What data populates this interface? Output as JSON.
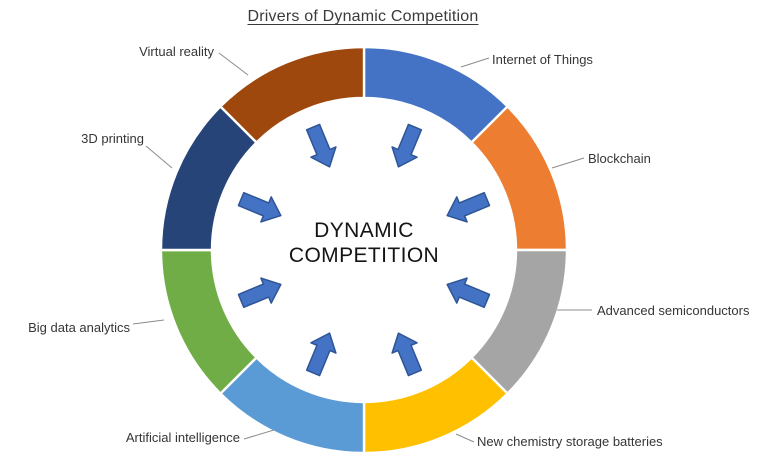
{
  "title": "Drivers of Dynamic Competition",
  "center_label": {
    "line1": "DYNAMIC",
    "line2": "COMPETITION"
  },
  "ring": {
    "segments": [
      {
        "id": "internet-of-things",
        "label": "Internet of Things",
        "color": "#4472C4"
      },
      {
        "id": "blockchain",
        "label": "Blockchain",
        "color": "#ED7D31"
      },
      {
        "id": "advanced-semiconductors",
        "label": "Advanced semiconductors",
        "color": "#A5A5A5"
      },
      {
        "id": "new-chemistry-storage-batteries",
        "label": "New chemistry storage batteries",
        "color": "#FFC000"
      },
      {
        "id": "artificial-intelligence",
        "label": "Artificial intelligence",
        "color": "#5B9BD5"
      },
      {
        "id": "big-data-analytics",
        "label": "Big data analytics",
        "color": "#70AD47"
      },
      {
        "id": "3d-printing",
        "label": "3D printing",
        "color": "#264478"
      },
      {
        "id": "virtual-reality",
        "label": "Virtual reality",
        "color": "#9E480E"
      }
    ]
  },
  "arrows": {
    "count": 8,
    "icon": "inward-arrow-icon",
    "fill": "#4472C4",
    "stroke": "#2E5596"
  },
  "colors": {
    "leader_line": "#8c8c8c",
    "segment_gap": "#ffffff",
    "background": "#ffffff",
    "text": "#363636"
  }
}
